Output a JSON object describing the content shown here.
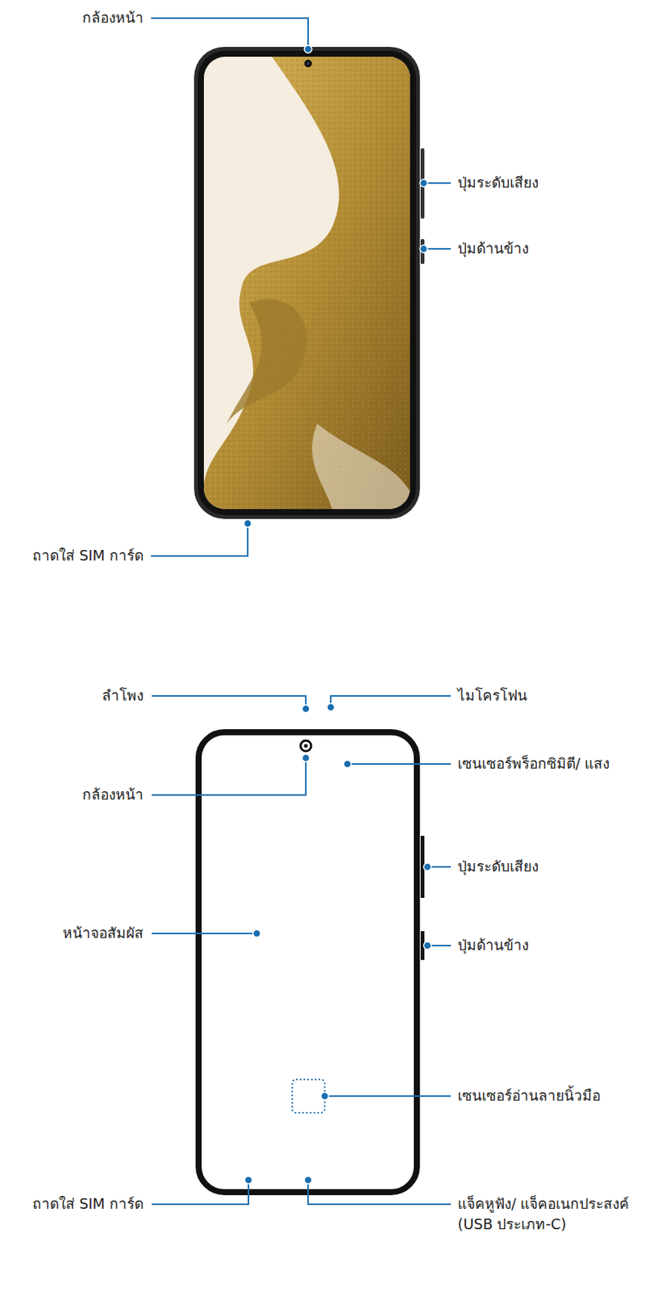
{
  "diagram": {
    "labels": [
      "กล้องหน้า",
      "ปุ่มระดับเสียง",
      "ปุ่มด้านข้าง",
      "ถาดใส่ SIM การ์ด",
      "ลำโพง",
      "ไมโครโฟน",
      "กล้องหน้า",
      "เซนเซอร์พร็อกซิมิตี/ แสง",
      "ปุ่มระดับเสียง",
      "หน้าจอสัมผัส",
      "ปุ่มด้านข้าง",
      "เซนเซอร์อ่านลายนิ้วมือ",
      "ถาดใส่ SIM การ์ด",
      "แจ็คหูฟัง/ แจ็คอเนกประสงค์ (USB ประเภท-C)"
    ]
  }
}
